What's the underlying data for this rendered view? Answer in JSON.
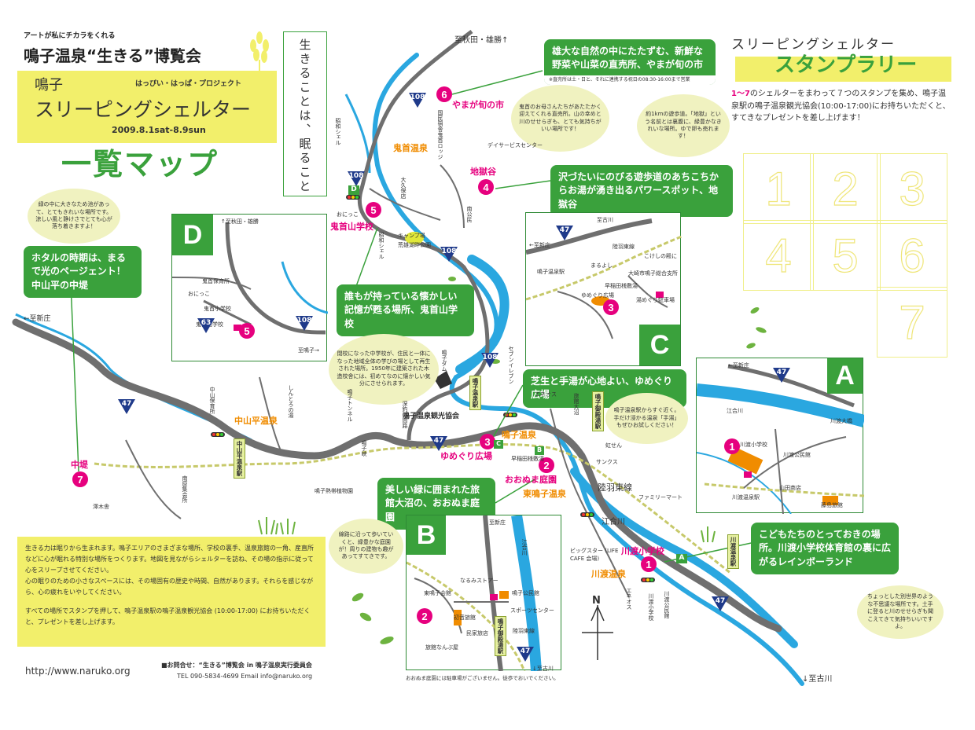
{
  "header": {
    "tagline": "アートが私にチカラをくれる",
    "event_title": "鳴子温泉“生きる”博覧会",
    "project_place": "鳴子",
    "project_label": "はっぴい・はっぱ・プロジェクト",
    "shelter_title": "スリーピングシェルター",
    "dates": "2009.8.1sat-8.9sun",
    "map_title": "一覧マップ",
    "vertical_phrase": "生きることは、眠ること"
  },
  "stamp_rally": {
    "kicker": "スリーピングシェルター",
    "title": "スタンプラリー",
    "desc_highlight": "1〜7",
    "description": "のシェルターをまわって７つのスタンプを集め、鳴子温泉駅の鳴子温泉観光協会(10:00-17:00)にお持ちいただくと、すてきなプレゼントを差し上げます！",
    "cells": [
      "1",
      "2",
      "3",
      "4",
      "5",
      "6",
      "7"
    ]
  },
  "callouts": {
    "c6": "雄大な自然の中にたたずむ、新鮮な野菜や山菜の直売所、やまが旬の市",
    "c6_note": "※直売所は土・日と、それに連携する祝日の08:30-16:00まで営業",
    "c4": "沢づたいにのびる遊歩道のあちこちからお湯が湧き出るパワースポット、地獄谷",
    "c7": "ホタルの時期は、まるで光のページェント！中山平の中堤",
    "c5": "誰もが持っている懐かしい記憶が甦る場所、鬼首山学校",
    "c3": "芝生と手湯が心地よい、ゆめぐり広場",
    "c2": "美しい緑に囲まれた旅館大沼の、おおぬま庭園",
    "c1": "こどもたちのとっておきの場所。川渡小学校体育館の裏に広がるレインボーランド"
  },
  "bubbles": {
    "b6": "鬼首のお母さんたちがあたたかく迎えてくれる直売所。山の幸めと川のせせらぎも、とても気持ちがいい場所です！",
    "b4": "約1kmの遊歩道。「地獄」という名前とは裏腹に、緑豊かなきれいな場所。ゆで卵も売れます！",
    "b7": "緑の中に大きなため池があって、とてもきれいな場所です。涼しい風と静けさでとても心が落ち着きますよ！",
    "b5": "閉校になった中学校が、住民と一体になった地域全体の学びの場として再生された場所。1950年に建築された木造校舎には、初めてなのに懐かしい気分にさせられます。",
    "b3": "鳴子温泉駅からすぐ近く。手だけ浸かる温泉「手湯」もぜひお試しください！",
    "b2": "線路に沿って歩いていくと、緑豊かな庭園が！周りの建物も趣があってすてきです。",
    "b1": "ちょっとした別世界のような不思議な場所です。土手に登ると川のせせらぎも聞こえてきて気持ちいいですよ。"
  },
  "places": {
    "p6": "やまが旬の市",
    "p4": "地獄谷",
    "p5": "鬼首山学校",
    "p3": "ゆめぐり広場",
    "p2": "おおぬま庭園",
    "p1": "川渡小学校",
    "p7": "中堤",
    "onikobe_onsen": "鬼首温泉",
    "nakayamadaira_onsen": "中山平温泉",
    "naruko_onsen": "鳴子温泉",
    "higashi_naruko_onsen": "東鳴子温泉",
    "kawatabi_onsen": "川渡温泉",
    "tourism_assoc": "鳴子温泉観光協会",
    "rikuu_line": "陸羽東線",
    "egai_river": "江合川"
  },
  "small_labels": {
    "to_akita": "至秋田・雄勝↑",
    "to_shinjo": "←至新庄",
    "to_furukawa": "↓至古川",
    "day_service": "デイサービスセンター",
    "lodge": "国民宿舎鬼首ロッジ",
    "okubo": "大久保店",
    "minami_koyama": "南公民",
    "camp": "キャンプ場",
    "arao_park": "荒雄湖畔公園",
    "showa_shelter": "昭和シェル",
    "showa_shelter2": "昭和シェル",
    "onikko": "おにっこ",
    "nakayama_nursery": "中山保育所",
    "shindoro": "しんとろの湯",
    "naruko_tunnel": "鳴子トンネル",
    "naruko_dam": "鳴子ダム",
    "naruko_gorge": "鳴子峡",
    "seven_eleven": "セブンイレブン",
    "eneos": "エネオス",
    "eneos2": "エネオス",
    "ryokan_onuma": "旅館大沼",
    "waseda_sajiki": "早稲田桟敷湯",
    "sanks": "サンクス",
    "familymart": "ファミリーマート",
    "bigstar": "ビッグスター (LIFE CAFE 会場)",
    "kawatabi_office": "川渡公民館",
    "kawatabi_school": "川渡小学校",
    "nikka": "虹せん",
    "fukasawa": "深釣の間路",
    "minamigiku": "南原集会所",
    "higashi_center": "鳴子熱帯植物園",
    "nakayama_flat": "中山平温泉駅",
    "naruko_station": "鳴子温泉駅",
    "goten_station": "鳴子御殿湯駅",
    "kawatabi_station": "川渡温泉駅",
    "route_108": "108",
    "route_47": "47",
    "route_63": "63",
    "yokoyama": "澤木舎",
    "north": "N"
  },
  "insets": {
    "D": {
      "letter": "D",
      "top": "↑至秋田・雄勝",
      "bottom": "至鳴子→",
      "labels": [
        "鬼首保育所",
        "おにっこ",
        "鬼首小学校",
        "鬼首山学校"
      ]
    },
    "C": {
      "letter": "C",
      "labels": [
        "至古川",
        "←至新庄",
        "陸羽東線",
        "まるよし",
        "鳴子温泉駅",
        "こけしの殿に",
        "大崎市鳴子総合支所",
        "早稲田桟敷湯",
        "ゆめぐり広場",
        "湯めぐり駐車場"
      ]
    },
    "A": {
      "letter": "A",
      "labels": [
        "←至新庄",
        "江合川",
        "川渡大橋",
        "川渡小学校",
        "川渡公民館",
        "山田商店",
        "川渡温泉駅",
        "藤島旅館"
      ]
    },
    "B": {
      "letter": "B",
      "top": "至新庄",
      "bottom": "↓至古川",
      "note": "おおぬま庭園には駐車場がございません。徒歩でおいでください。",
      "labels": [
        "江合川",
        "なるみストアー",
        "鳴子公民館",
        "スポーツセンター",
        "東鳴子会館",
        "初音旅館",
        "民家旅店",
        "旅館なんぶ屋",
        "陸羽東線",
        "鳴子御殿湯駅"
      ]
    }
  },
  "intro": {
    "p1": "生きる力は眠りから生まれます。鳴子エリアのさまざまな場所、学校の裏手、温泉旅館の一角、産直所などに心が眠れる特別な場所をつくります。地図を見ながらシェルターを訪ね、その場の指示に従って心をスリープさせてください。",
    "p2": "心の眠りのための小さなスペースには、その場固有の歴史や時間、自然があります。それらを感じながら、心の疲れをいやしてください。",
    "p3": "すべての場所でスタンプを押して、鳴子温泉駅の鳴子温泉観光協会 (10:00-17:00) にお持ちいただくと、プレゼントを差し上げます。"
  },
  "footer": {
    "url": "http://www.naruko.org",
    "contact": "■お問合せ：“生きる”博覧会 in 鳴子温泉実行委員会",
    "tel": "TEL 090-5834-4699  Email info@naruko.org"
  },
  "colors": {
    "green": "#3aa13c",
    "pink": "#e6007e",
    "orange": "#f08c00",
    "yellow": "#f2ef6b",
    "river": "#2aa7e0",
    "road": "#6f6f6f"
  }
}
